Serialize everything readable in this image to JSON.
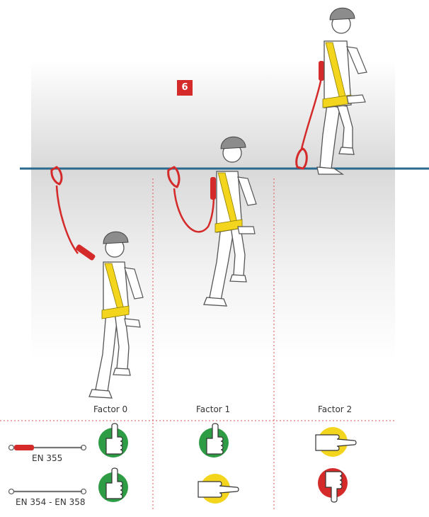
{
  "figure": {
    "step_number": "6",
    "factors": [
      {
        "label": "Factor 0"
      },
      {
        "label": "Factor 1"
      },
      {
        "label": "Factor 2"
      }
    ],
    "products": [
      {
        "label": "EN 355"
      },
      {
        "label": "EN 354 - EN 358"
      }
    ],
    "verdicts": [
      {
        "product": "EN 355",
        "factor": "Factor 0",
        "verdict": "thumbs-up"
      },
      {
        "product": "EN 355",
        "factor": "Factor 1",
        "verdict": "thumbs-up"
      },
      {
        "product": "EN 355",
        "factor": "Factor 2",
        "verdict": "thumbs-sideways"
      },
      {
        "product": "EN 354 - EN 358",
        "factor": "Factor 0",
        "verdict": "thumbs-up"
      },
      {
        "product": "EN 354 - EN 358",
        "factor": "Factor 1",
        "verdict": "thumbs-sideways"
      },
      {
        "product": "EN 354 - EN 358",
        "factor": "Factor 2",
        "verdict": "thumbs-down"
      }
    ]
  },
  "colors": {
    "badge": "#d42a2a",
    "anchor_line": "#2a6a8e",
    "lanyard": "#d42a2a",
    "harness": "#f2d51c",
    "helmet": "#8c8c8c",
    "divider": "#e05050",
    "good": "#2e9c44",
    "caution": "#f2d51c",
    "bad": "#d42a2a"
  }
}
